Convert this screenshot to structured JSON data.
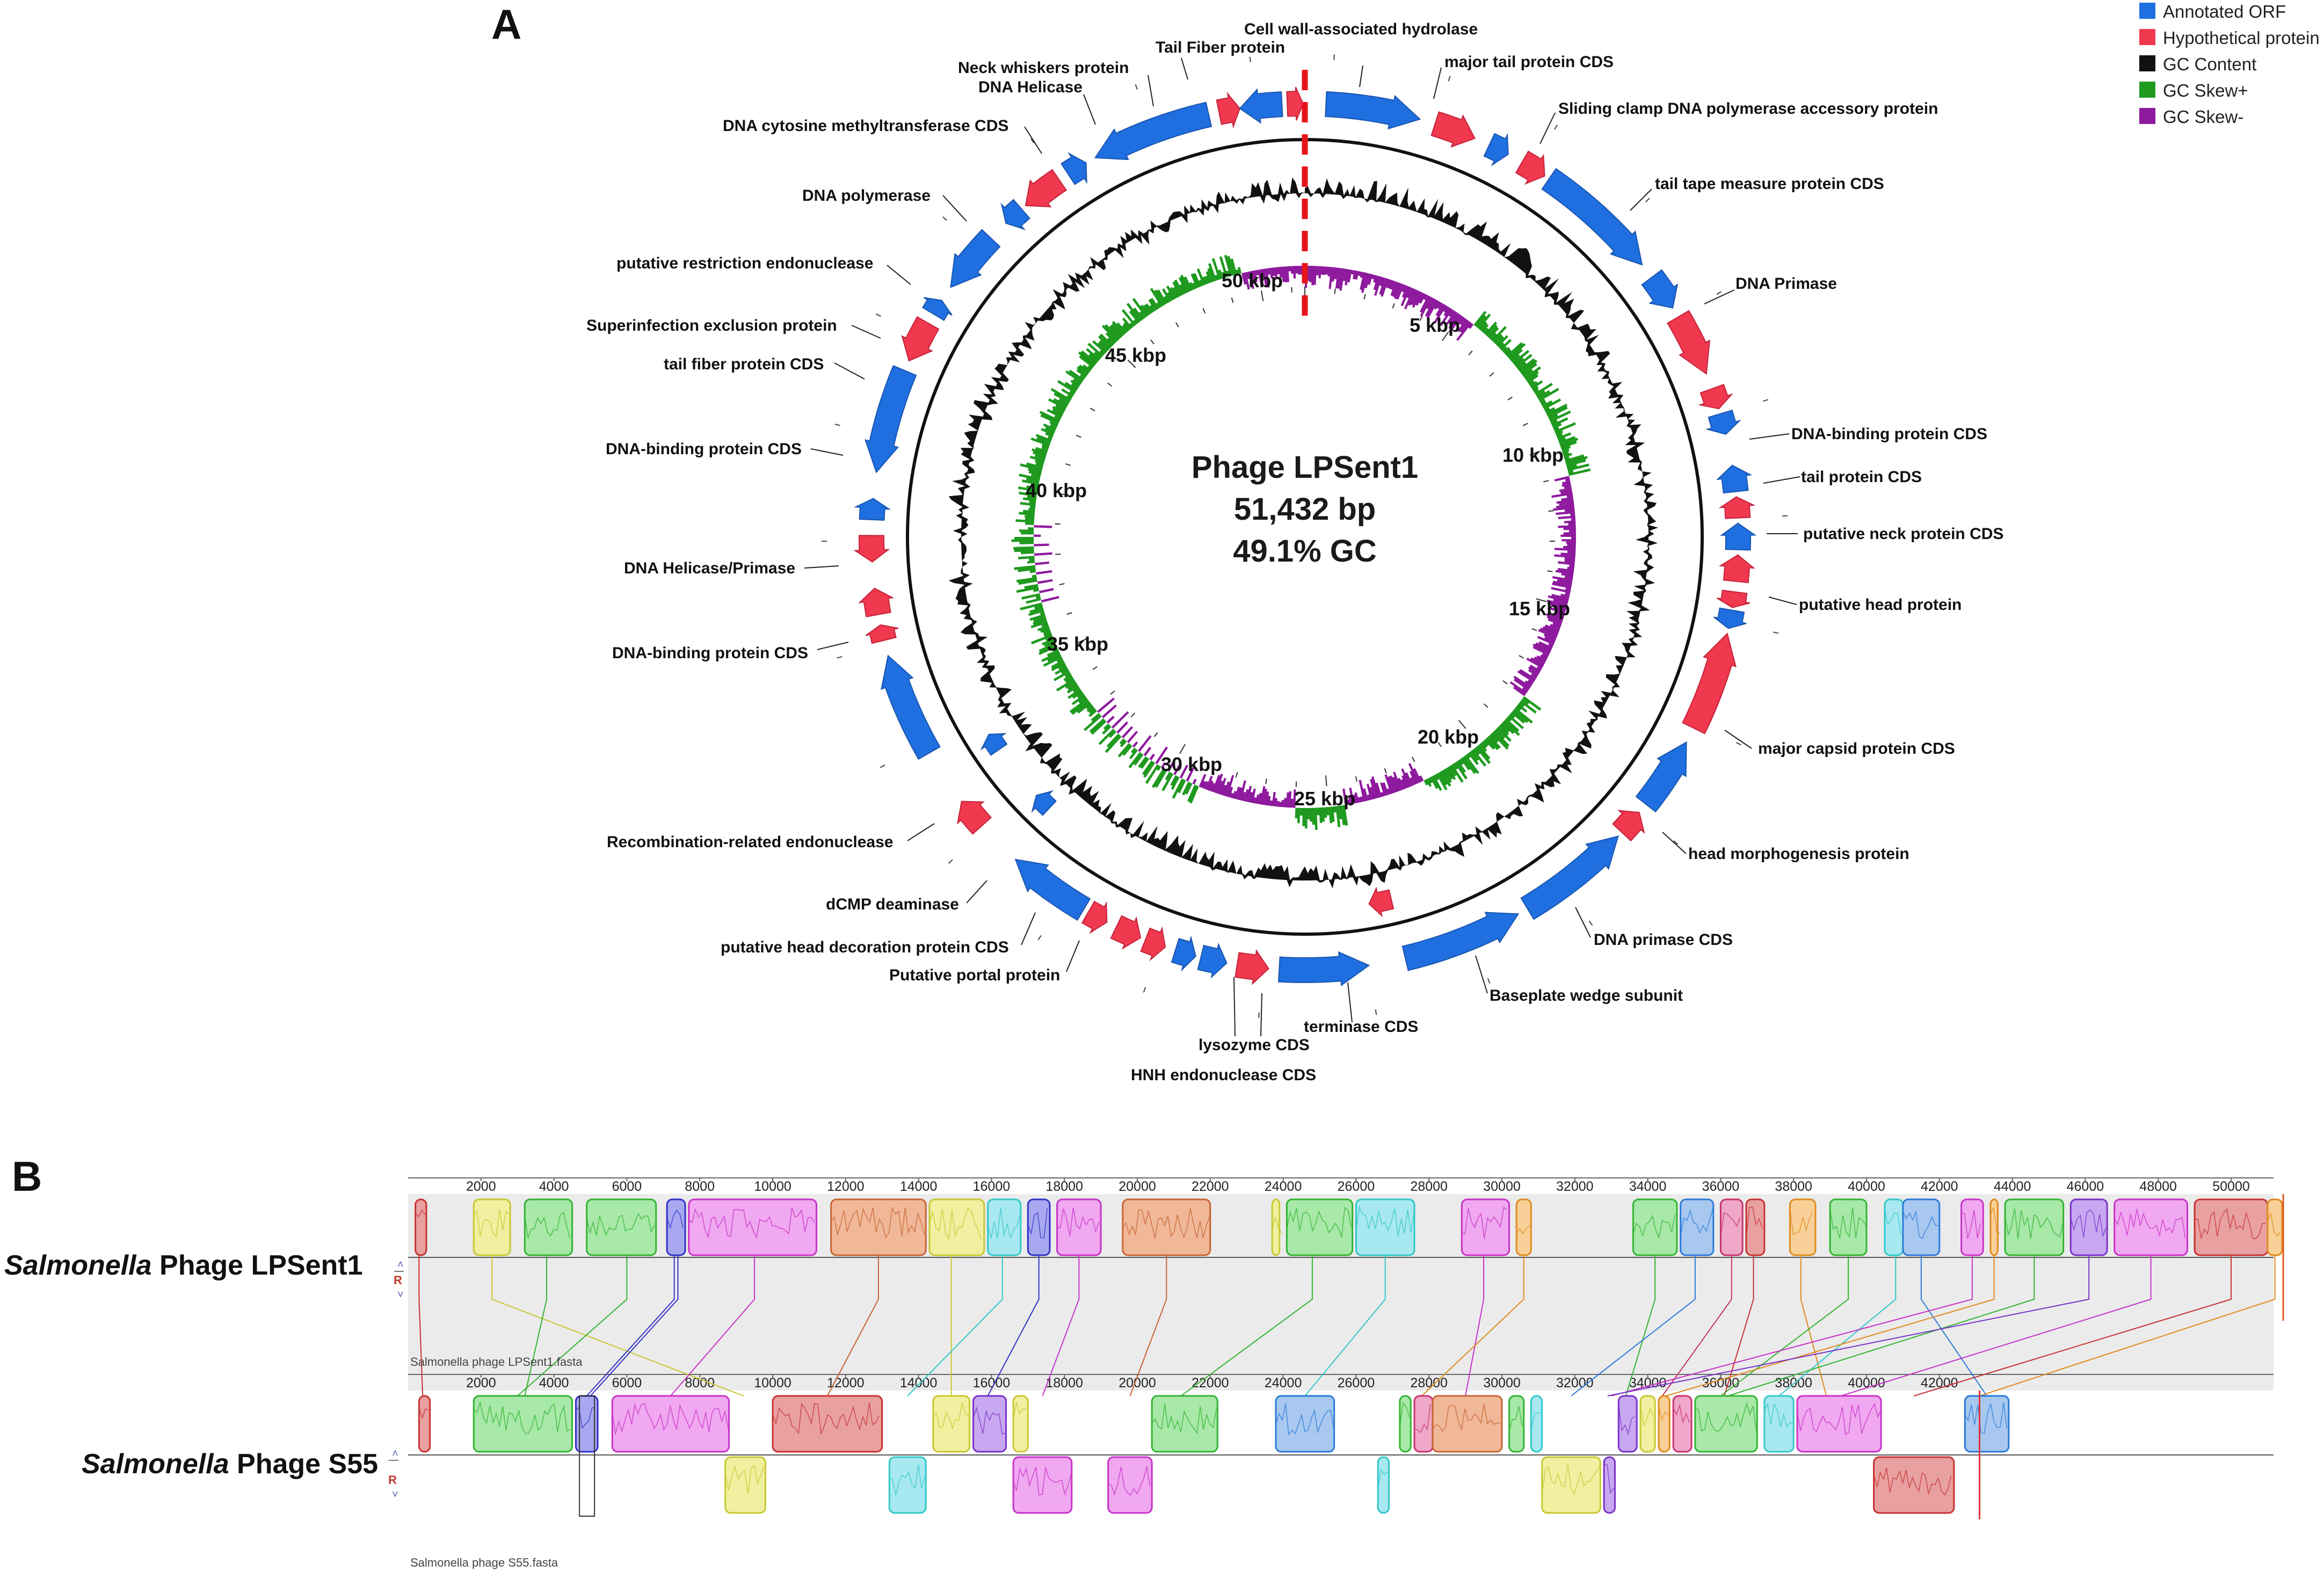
{
  "panel_a": {
    "letter": "A",
    "center": {
      "name": "Phage LPSent1",
      "length": "51,432 bp",
      "gc": "49.1% GC"
    },
    "legend": [
      {
        "label": "Annotated ORF",
        "color": "#1f6fe0"
      },
      {
        "label": "Hypothetical protein",
        "color": "#f0384f"
      },
      {
        "label": "GC Content",
        "color": "#111111"
      },
      {
        "label": "GC Skew+",
        "color": "#1f9a1f"
      },
      {
        "label": "GC Skew-",
        "color": "#8e1a9e"
      }
    ],
    "kbp_labels": [
      "5 kbp",
      "10 kbp",
      "15 kbp",
      "20 kbp",
      "25 kbp",
      "30 kbp",
      "35 kbp",
      "40 kbp",
      "45 kbp",
      "50 kbp"
    ],
    "gene_labels": [
      "Cell wall-associated hydrolase",
      "major tail protein CDS",
      "Sliding clamp DNA polymerase accessory protein",
      "tail tape measure protein CDS",
      "DNA Primase",
      "DNA-binding protein CDS",
      "tail protein CDS",
      "putative neck protein CDS",
      "putative head protein",
      "major capsid protein CDS",
      "head morphogenesis protein",
      "DNA primase CDS",
      "Baseplate wedge subunit",
      "terminase CDS",
      "lysozyme CDS",
      "HNH endonuclease CDS",
      "Putative portal protein",
      "putative head decoration protein CDS",
      "dCMP deaminase",
      "Recombination-related endonuclease",
      "DNA-binding protein CDS",
      "DNA Helicase/Primase",
      "DNA-binding protein CDS",
      "tail fiber protein CDS",
      "Superinfection exclusion protein",
      "putative restriction endonuclease",
      "DNA polymerase",
      "DNA cytosine methyltransferase CDS",
      "DNA Helicase",
      "Neck whiskers  protein",
      "Tail Fiber protein"
    ],
    "genome_length_bp": 51432,
    "orfs": [
      {
        "s": 0.4,
        "e": 2.2,
        "type": "a",
        "ring": "out",
        "dir": 1
      },
      {
        "s": 2.5,
        "e": 3.3,
        "type": "h",
        "ring": "out",
        "dir": 1
      },
      {
        "s": 3.6,
        "e": 4.0,
        "type": "a",
        "ring": "out",
        "dir": 1
      },
      {
        "s": 4.3,
        "e": 4.8,
        "type": "h",
        "ring": "out",
        "dir": 1
      },
      {
        "s": 4.9,
        "e": 7.3,
        "type": "a",
        "ring": "out",
        "dir": 1
      },
      {
        "s": 7.6,
        "e": 8.3,
        "type": "a",
        "ring": "out",
        "dir": 1
      },
      {
        "s": 8.5,
        "e": 9.7,
        "type": "h",
        "ring": "out",
        "dir": 1
      },
      {
        "s": 10.0,
        "e": 10.4,
        "type": "h",
        "ring": "out",
        "dir": 1
      },
      {
        "s": 10.5,
        "e": 10.9,
        "type": "a",
        "ring": "out",
        "dir": 1
      },
      {
        "s": 11.5,
        "e": 12.0,
        "type": "a",
        "ring": "out",
        "dir": -1
      },
      {
        "s": 12.1,
        "e": 12.5,
        "type": "h",
        "ring": "out",
        "dir": -1
      },
      {
        "s": 12.6,
        "e": 13.1,
        "type": "a",
        "ring": "out",
        "dir": -1
      },
      {
        "s": 13.2,
        "e": 13.7,
        "type": "h",
        "ring": "out",
        "dir": -1
      },
      {
        "s": 13.9,
        "e": 14.2,
        "type": "h",
        "ring": "out",
        "dir": 1
      },
      {
        "s": 14.25,
        "e": 14.6,
        "type": "a",
        "ring": "out",
        "dir": 1
      },
      {
        "s": 14.7,
        "e": 16.6,
        "type": "h",
        "ring": "out",
        "dir": -1
      },
      {
        "s": 16.9,
        "e": 18.3,
        "type": "a",
        "ring": "out",
        "dir": -1
      },
      {
        "s": 18.5,
        "e": 19.0,
        "type": "h",
        "ring": "out",
        "dir": -1
      },
      {
        "s": 19.1,
        "e": 21.3,
        "type": "a",
        "ring": "out",
        "dir": -1
      },
      {
        "s": 21.5,
        "e": 23.8,
        "type": "a",
        "ring": "out",
        "dir": -1
      },
      {
        "s": 23.8,
        "e": 24.3,
        "type": "h",
        "ring": "in",
        "dir": 1
      },
      {
        "s": 24.5,
        "e": 26.2,
        "type": "a",
        "ring": "out",
        "dir": -1
      },
      {
        "s": 26.4,
        "e": 27.0,
        "type": "h",
        "ring": "out",
        "dir": -1
      },
      {
        "s": 27.2,
        "e": 27.7,
        "type": "a",
        "ring": "out",
        "dir": -1
      },
      {
        "s": 27.8,
        "e": 28.2,
        "type": "a",
        "ring": "out",
        "dir": -1
      },
      {
        "s": 28.4,
        "e": 28.8,
        "type": "h",
        "ring": "out",
        "dir": -1
      },
      {
        "s": 28.9,
        "e": 29.4,
        "type": "h",
        "ring": "out",
        "dir": -1
      },
      {
        "s": 29.6,
        "e": 30.0,
        "type": "h",
        "ring": "out",
        "dir": -1
      },
      {
        "s": 30.1,
        "e": 31.7,
        "type": "a",
        "ring": "out",
        "dir": 1
      },
      {
        "s": 31.9,
        "e": 32.3,
        "type": "a",
        "ring": "in",
        "dir": 1
      },
      {
        "s": 32.6,
        "e": 33.2,
        "type": "h",
        "ring": "out",
        "dir": 1
      },
      {
        "s": 33.6,
        "e": 34.0,
        "type": "a",
        "ring": "in",
        "dir": 1
      },
      {
        "s": 34.3,
        "e": 36.3,
        "type": "a",
        "ring": "out",
        "dir": 1
      },
      {
        "s": 36.6,
        "e": 36.9,
        "type": "h",
        "ring": "out",
        "dir": 1
      },
      {
        "s": 37.1,
        "e": 37.6,
        "type": "h",
        "ring": "out",
        "dir": 1
      },
      {
        "s": 38.1,
        "e": 38.6,
        "type": "h",
        "ring": "out",
        "dir": -1
      },
      {
        "s": 38.9,
        "e": 39.3,
        "type": "a",
        "ring": "out",
        "dir": 1
      },
      {
        "s": 39.8,
        "e": 41.8,
        "type": "a",
        "ring": "out",
        "dir": -1
      },
      {
        "s": 42.0,
        "e": 42.8,
        "type": "h",
        "ring": "out",
        "dir": -1
      },
      {
        "s": 43.0,
        "e": 43.3,
        "type": "a",
        "ring": "out",
        "dir": 1
      },
      {
        "s": 43.6,
        "e": 44.8,
        "type": "a",
        "ring": "out",
        "dir": -1
      },
      {
        "s": 45.2,
        "e": 45.6,
        "type": "a",
        "ring": "out",
        "dir": -1
      },
      {
        "s": 45.7,
        "e": 46.5,
        "type": "h",
        "ring": "out",
        "dir": -1
      },
      {
        "s": 46.7,
        "e": 47.1,
        "type": "a",
        "ring": "out",
        "dir": 1
      },
      {
        "s": 47.3,
        "e": 49.6,
        "type": "a",
        "ring": "out",
        "dir": -1
      },
      {
        "s": 49.8,
        "e": 50.2,
        "type": "h",
        "ring": "out",
        "dir": 1
      },
      {
        "s": 50.2,
        "e": 51.0,
        "type": "a",
        "ring": "out",
        "dir": -1
      },
      {
        "s": 51.1,
        "e": 51.4,
        "type": "h",
        "ring": "out",
        "dir": 1
      }
    ]
  },
  "panel_b": {
    "letter": "B",
    "genome1": {
      "prefix": "Salmonella",
      "rest": " Phage LPSent1",
      "file": "Salmonella phage LPSent1.fasta"
    },
    "genome2": {
      "prefix": "Salmonella",
      "rest": " Phage S55",
      "file": "Salmonella phage S55.fasta"
    },
    "strand_marks": [
      "R",
      "R"
    ],
    "ticks1": [
      "2000",
      "4000",
      "6000",
      "8000",
      "10000",
      "12000",
      "14000",
      "16000",
      "18000",
      "20000",
      "22000",
      "24000",
      "26000",
      "28000",
      "30000",
      "32000",
      "34000",
      "36000",
      "38000",
      "40000",
      "42000",
      "44000",
      "46000",
      "48000",
      "50000"
    ],
    "ticks2": [
      "2000",
      "4000",
      "6000",
      "8000",
      "10000",
      "12000",
      "14000",
      "16000",
      "18000",
      "20000",
      "22000",
      "24000",
      "26000",
      "28000",
      "30000",
      "32000",
      "34000",
      "36000",
      "38000",
      "40000",
      "42000"
    ]
  }
}
